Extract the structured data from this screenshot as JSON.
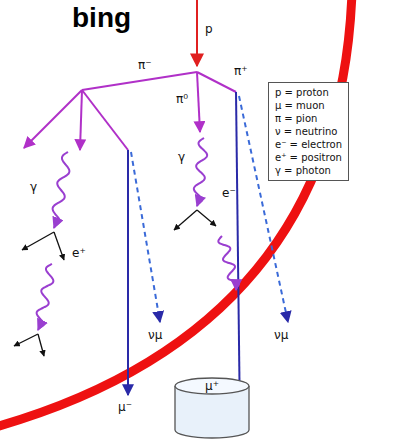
{
  "diagram": {
    "title": "bing",
    "nodes": [
      {
        "text": [
          "p = proton",
          "μ = muon",
          "π = pion",
          "ν = neutrino",
          "e⁻ = electron",
          "e⁺ = positron",
          "γ = photon"
        ]
      },
      {
        "text": [
          "μ⁺"
        ]
      }
    ],
    "labels": [
      "p",
      "π⁻",
      "π⁺",
      "π⁰",
      "γ",
      "γ",
      "e⁺",
      "e⁻",
      "νμ",
      "νμ",
      "μ⁻"
    ]
  }
}
